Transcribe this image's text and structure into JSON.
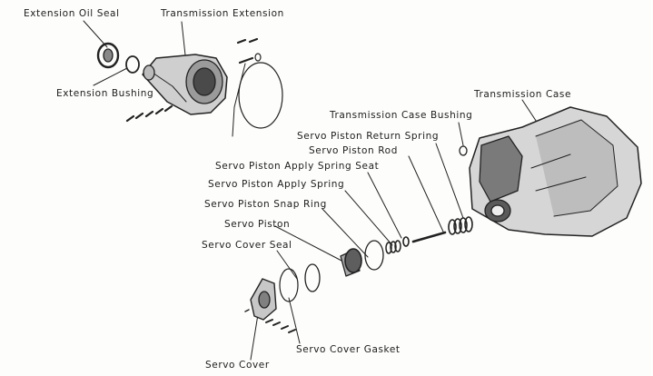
{
  "labels": {
    "extension_oil_seal": "Extension Oil Seal",
    "transmission_extension": "Transmission Extension",
    "extension_bushing": "Extension Bushing",
    "transmission_case": "Transmission Case",
    "transmission_case_bushing": "Transmission Case Bushing",
    "servo_piston_return_spring": "Servo Piston Return Spring",
    "servo_piston_rod": "Servo Piston Rod",
    "servo_piston_apply_spring_seat": "Servo Piston Apply Spring Seat",
    "servo_piston_apply_spring": "Servo Piston Apply Spring",
    "servo_piston_snap_ring": "Servo Piston Snap Ring",
    "servo_piston": "Servo Piston",
    "servo_cover_seal": "Servo Cover Seal",
    "servo_cover_gasket": "Servo Cover Gasket",
    "servo_cover": "Servo Cover"
  }
}
